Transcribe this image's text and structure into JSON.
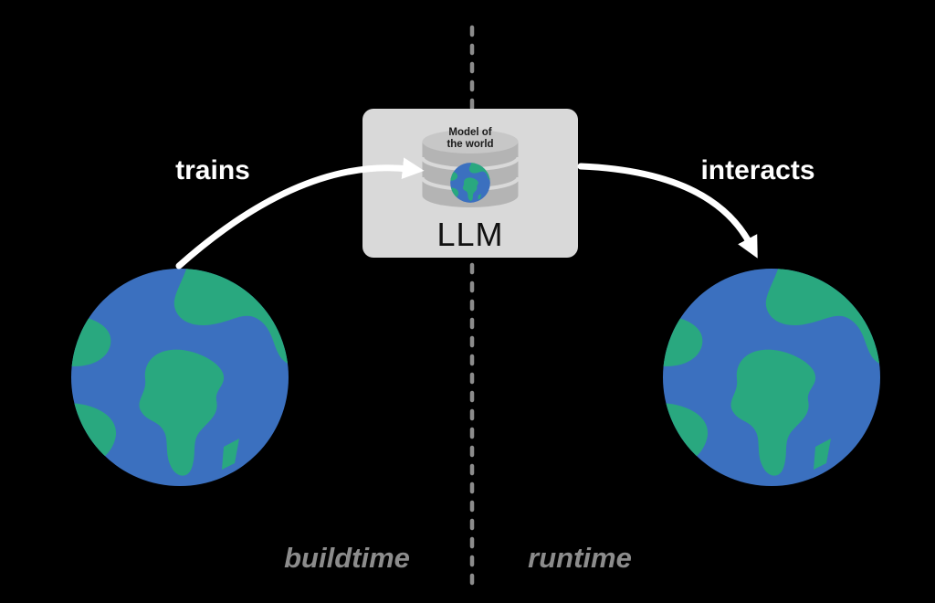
{
  "diagram": {
    "title_implicit": "LLM buildtime vs runtime world model",
    "arrows": [
      {
        "id": "trains-arrow",
        "label": "trains",
        "from": "world-buildtime",
        "to": "llm-box"
      },
      {
        "id": "interacts-arrow",
        "label": "interacts",
        "from": "llm-box",
        "to": "world-runtime"
      }
    ],
    "llm_box": {
      "title": "LLM",
      "database_label_line1": "Model of",
      "database_label_line2": "the world"
    },
    "phases": {
      "left": "buildtime",
      "right": "runtime"
    },
    "icons": {
      "left_globe": "earth-globe-icon",
      "right_globe": "earth-globe-icon",
      "database": "database-icon",
      "database_mini_globe": "earth-globe-icon",
      "divider": "dashed-divider-line"
    },
    "colors": {
      "background": "#000000",
      "arrow": "#ffffff",
      "arrow_label_text": "#ffffff",
      "phase_label_text": "#8c8c8c",
      "divider": "#8c8c8c",
      "llm_box_background": "#d9d9d9",
      "llm_text": "#111111",
      "cylinder_body": "#b4b4b4",
      "cylinder_top": "#c7c7c7",
      "globe_ocean": "#3b70bf",
      "globe_land": "#29a87f"
    }
  }
}
